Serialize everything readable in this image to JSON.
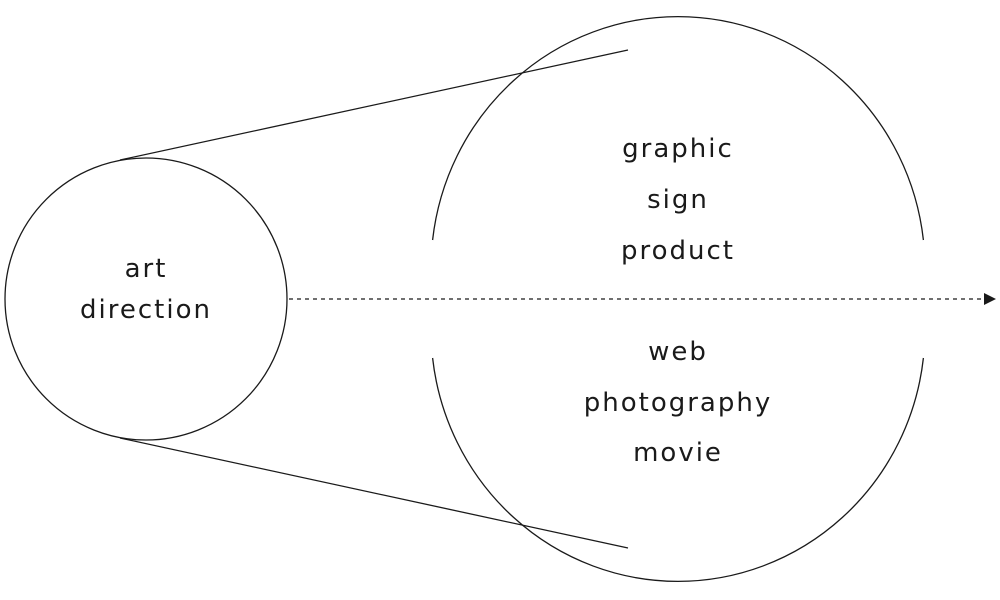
{
  "source": {
    "lines": [
      "art",
      "direction"
    ]
  },
  "target": {
    "upper_lines": [
      "graphic",
      "sign",
      "product"
    ],
    "lower_lines": [
      "web",
      "photography",
      "movie"
    ]
  },
  "colors": {
    "stroke": "#1a1a1a",
    "text": "#1a1a1a",
    "background": "#ffffff"
  }
}
